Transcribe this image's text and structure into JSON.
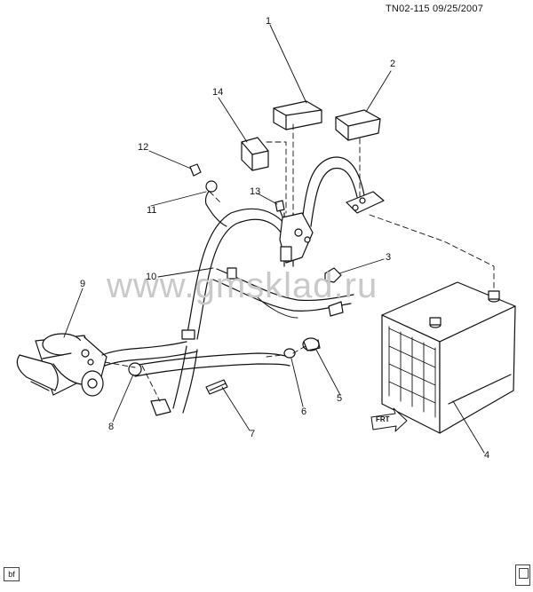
{
  "diagram": {
    "code": "TN02-115  09/25/2007",
    "watermark": "www.gmsklad.ru",
    "corner_tag": "bf",
    "callouts": [
      "1",
      "2",
      "3",
      "4",
      "5",
      "6",
      "7",
      "8",
      "9",
      "10",
      "11",
      "12",
      "13",
      "14"
    ],
    "front_arrow": "FRT"
  }
}
